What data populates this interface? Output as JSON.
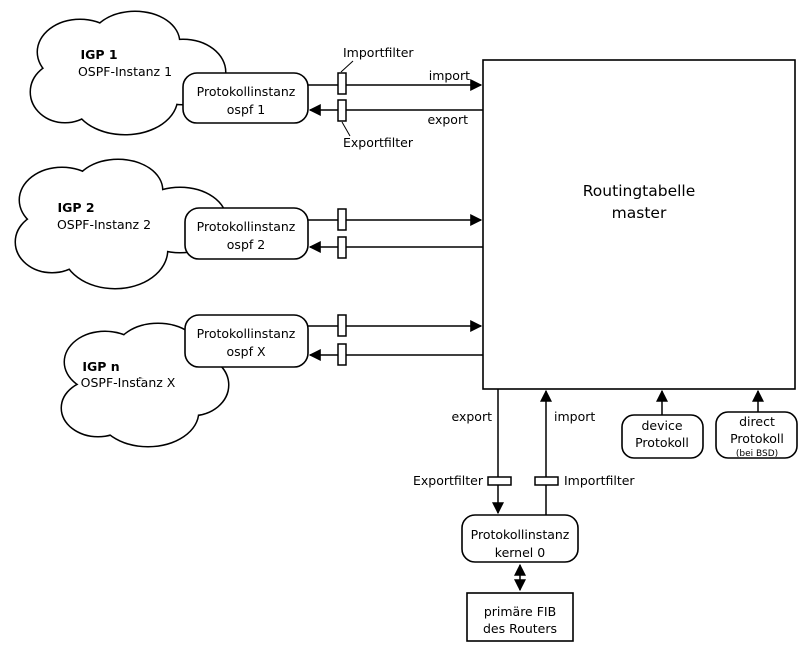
{
  "diagram": {
    "background": "#ffffff",
    "stroke_color": "#000000",
    "clouds": [
      {
        "name": "IGP 1",
        "instance": "OSPF-Instanz 1"
      },
      {
        "name": "IGP 2",
        "instance": "OSPF-Instanz 2"
      },
      {
        "name": "IGP n",
        "instance": "OSPF-Instanz X"
      }
    ],
    "protocol_boxes": [
      {
        "line1": "Protokollinstanz",
        "line2": "ospf 1"
      },
      {
        "line1": "Protokollinstanz",
        "line2": "ospf 2"
      },
      {
        "line1": "Protokollinstanz",
        "line2": "ospf X"
      }
    ],
    "routing_table": {
      "line1": "Routingtabelle",
      "line2": "master"
    },
    "top_flow": {
      "import_filter": "Importfilter",
      "export_filter": "Exportfilter",
      "import": "import",
      "export": "export"
    },
    "bottom_flow": {
      "export": "export",
      "import": "import",
      "export_filter": "Exportfilter",
      "import_filter": "Importfilter"
    },
    "kernel_box": {
      "line1": "Protokollinstanz",
      "line2": "kernel 0"
    },
    "fib_box": {
      "line1": "primäre FIB",
      "line2": "des Routers"
    },
    "device_box": {
      "line1": "device",
      "line2": "Protokoll"
    },
    "direct_box": {
      "line1": "direct",
      "line2": "Protokoll",
      "note": "(bei BSD)"
    }
  }
}
